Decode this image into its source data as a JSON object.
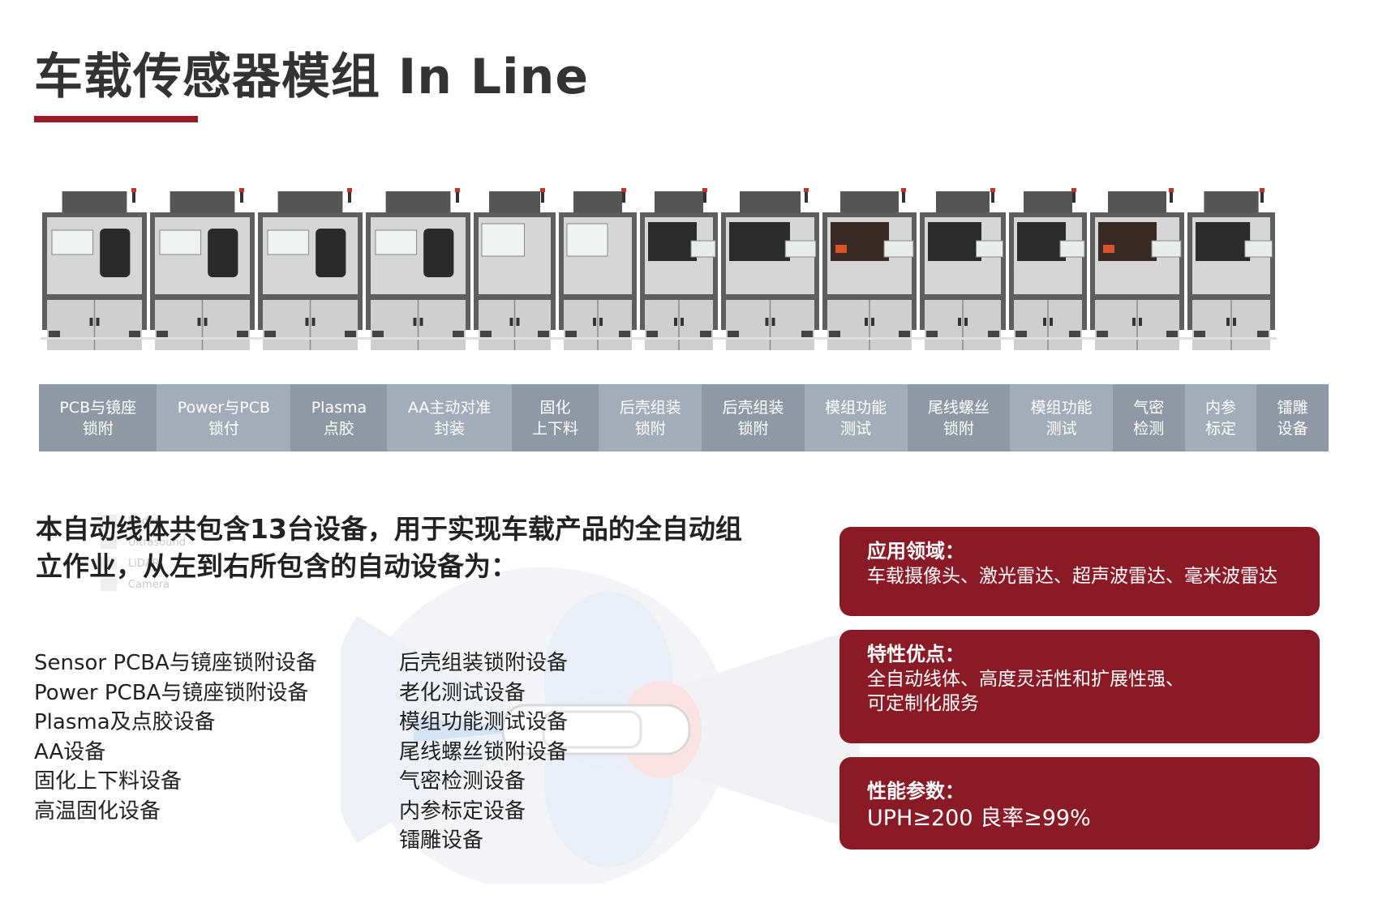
{
  "title": "车载传感器模组 In Line",
  "stations": [
    "PCB与镜座\n锁附",
    "Power与PCB\n锁付",
    "Plasma\n点胶",
    "AA主动对准\n封装",
    "固化\n上下料",
    "后壳组装\n锁附",
    "后壳组装\n锁附",
    "模组功能\n测试",
    "尾线螺丝\n锁附",
    "模组功能\n测试",
    "气密\n检测",
    "内参\n标定",
    "镭雕\n设备"
  ],
  "intro": "本自动线体共包含13台设备，用于实现车载产品的全自动组立作业，从左到右所包含的自动设备为：",
  "legend": [
    "Radar",
    "Ultrasound",
    "LiDAR",
    "Camera"
  ],
  "equipment_left": [
    "Sensor PCBA与镜座锁附设备",
    "Power PCBA与镜座锁附设备",
    "Plasma及点胶设备",
    "AA设备",
    "固化上下料设备",
    "高温固化设备"
  ],
  "equipment_right": [
    "后壳组装锁附设备",
    "老化测试设备",
    "模组功能测试设备",
    "尾线螺丝锁附设备",
    "气密检测设备",
    "内参标定设备",
    "镭雕设备"
  ],
  "cards": {
    "application": {
      "heading": "应用领域：",
      "body": "车载摄像头、激光雷达、超声波雷达、毫米波雷达"
    },
    "features": {
      "heading": "特性优点：",
      "body": "全自动线体、高度灵活性和扩展性强、\n可定制化服务"
    },
    "performance": {
      "heading": "性能参数：",
      "body": "UPH≥200 良率≥99%"
    }
  },
  "colors": {
    "accent": "#8a1a25",
    "station_dark": "#8f99a6",
    "station_light": "#a3adba",
    "machine_frame": "#5e5e5e",
    "machine_panel": "#d6d6d6"
  }
}
